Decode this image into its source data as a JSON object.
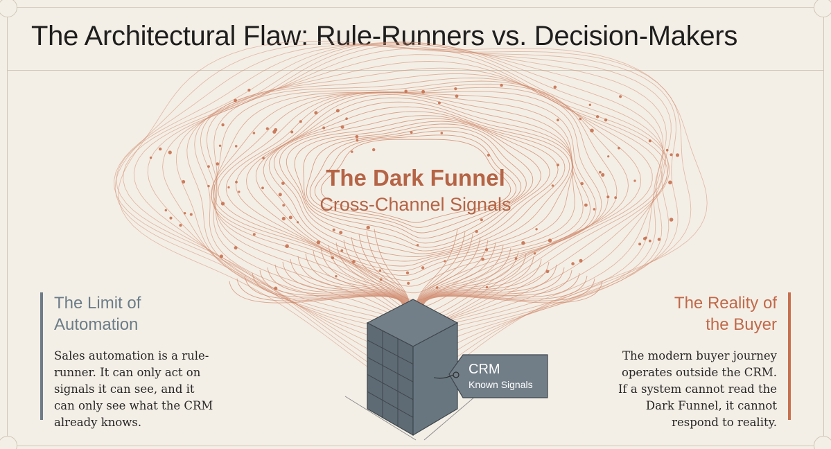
{
  "title": "The Architectural Flaw: Rule-Runners vs. Decision-Makers",
  "funnel": {
    "title": "The Dark Funnel",
    "subtitle": "Cross-Channel Signals"
  },
  "left": {
    "heading": "The Limit of Automation",
    "body": "Sales automation is a rule-runner. It can only act on signals it can see, and it can only see what the CRM already knows."
  },
  "right": {
    "heading": "The Reality of the Buyer",
    "body": "The modern buyer journey operates outside the CRM. If a system cannot read the Dark Funnel, it cannot respond to reality."
  },
  "crm": {
    "label": "CRM",
    "sublabel": "Known Signals"
  },
  "colors": {
    "background": "#f4efe6",
    "accent_orange": "#c7704f",
    "slate": "#6d7c87",
    "cube_dark": "#5f6b74",
    "line_orange": "#d08a6d"
  }
}
